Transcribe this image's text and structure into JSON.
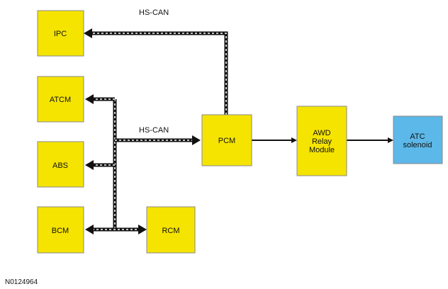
{
  "colors": {
    "module_fill": "#f5e400",
    "module_stroke": "#8a8a8a",
    "solenoid_fill": "#5cb8e8",
    "bus_color": "#111111",
    "bus_dash": "#ffffff",
    "background": "#ffffff"
  },
  "labels": {
    "hs_can_top": "HS-CAN",
    "hs_can_mid": "HS-CAN",
    "figure_id": "N0124964"
  },
  "modules": {
    "ipc": {
      "lines": [
        "IPC"
      ]
    },
    "atcm": {
      "lines": [
        "ATCM"
      ]
    },
    "abs": {
      "lines": [
        "ABS"
      ]
    },
    "bcm": {
      "lines": [
        "BCM"
      ]
    },
    "rcm": {
      "lines": [
        "RCM"
      ]
    },
    "pcm": {
      "lines": [
        "PCM"
      ]
    },
    "awd": {
      "lines": [
        "AWD",
        "Relay",
        "Module"
      ]
    },
    "atc": {
      "lines": [
        "ATC",
        "solenoid"
      ]
    }
  }
}
